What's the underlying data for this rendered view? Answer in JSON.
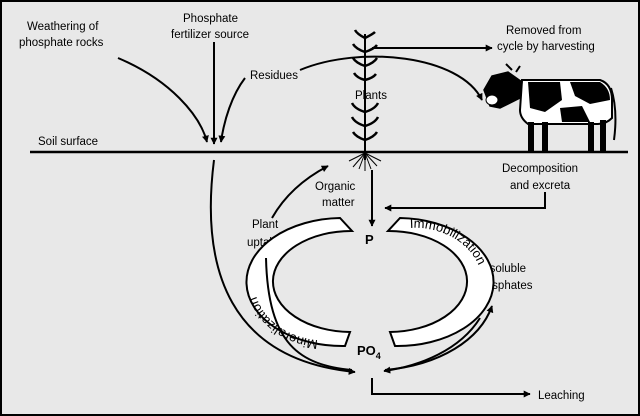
{
  "colors": {
    "background": "#e8e8e8",
    "border": "#000000",
    "ink": "#000000",
    "cow_white": "#ffffff"
  },
  "labels": {
    "weathering": [
      "Weathering of",
      "phosphate rocks"
    ],
    "fertilizer": [
      "Phosphate",
      "fertilizer source"
    ],
    "residues": "Residues",
    "plants": "Plants",
    "removed": [
      "Removed from",
      "cycle by harvesting"
    ],
    "soil_surface": "Soil surface",
    "decomposition": [
      "Decomposition",
      "and excreta"
    ],
    "organic_matter": [
      "Organic",
      "matter"
    ],
    "plant_uptake": [
      "Plant",
      "uptake"
    ],
    "p_symbol": "P",
    "po4_main": "PO",
    "po4_sub": "4",
    "mineralization": "Mineralization",
    "immobilization": "Immobilization",
    "insoluble": [
      "Insoluble",
      "phosphates"
    ],
    "leaching": "Leaching"
  },
  "icons": {
    "cow": "cow-icon",
    "plant": "plant-icon",
    "roots": "roots-icon"
  }
}
